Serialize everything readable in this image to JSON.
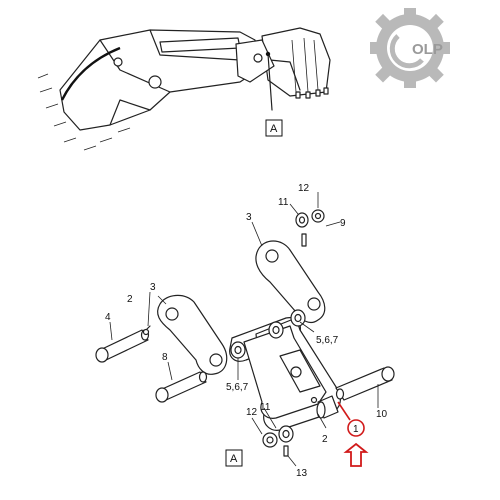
{
  "logo": {
    "text": "OLP",
    "color": "#9a9a9a"
  },
  "view_marker": {
    "top": "A",
    "bottom": "A"
  },
  "callouts": {
    "c1": "1",
    "c2a": "2",
    "c2b": "2",
    "c3a": "3",
    "c3b": "3",
    "c4": "4",
    "c567a": "5,6,7",
    "c567b": "5,6,7",
    "c8": "8",
    "c9": "9",
    "c10": "10",
    "c11a": "11",
    "c11b": "11",
    "c12a": "12",
    "c12b": "12",
    "c13": "13"
  },
  "highlight_color": "#d11a1a"
}
